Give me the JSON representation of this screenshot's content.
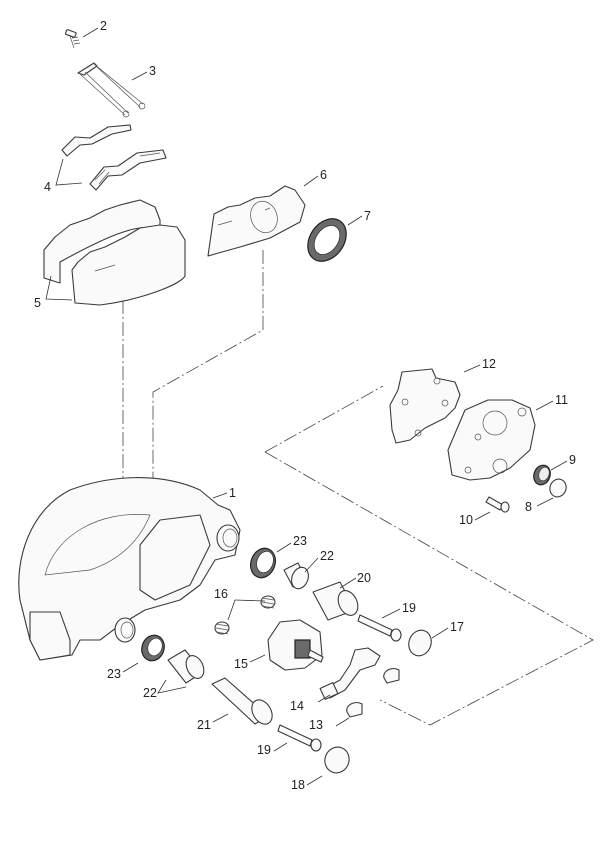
{
  "diagram": {
    "title": "Brake caliper exploded parts view",
    "labels": [
      {
        "id": "1",
        "text": "1"
      },
      {
        "id": "2",
        "text": "2"
      },
      {
        "id": "3",
        "text": "3"
      },
      {
        "id": "4",
        "text": "4"
      },
      {
        "id": "5",
        "text": "5"
      },
      {
        "id": "6",
        "text": "6"
      },
      {
        "id": "7",
        "text": "7"
      },
      {
        "id": "8",
        "text": "8"
      },
      {
        "id": "9",
        "text": "9"
      },
      {
        "id": "10",
        "text": "10"
      },
      {
        "id": "11",
        "text": "11"
      },
      {
        "id": "12",
        "text": "12"
      },
      {
        "id": "13",
        "text": "13"
      },
      {
        "id": "14",
        "text": "14"
      },
      {
        "id": "15",
        "text": "15"
      },
      {
        "id": "16",
        "text": "16"
      },
      {
        "id": "17",
        "text": "17"
      },
      {
        "id": "18",
        "text": "18"
      },
      {
        "id": "19a",
        "text": "19"
      },
      {
        "id": "19b",
        "text": "19"
      },
      {
        "id": "20",
        "text": "20"
      },
      {
        "id": "21",
        "text": "21"
      },
      {
        "id": "22a",
        "text": "22"
      },
      {
        "id": "22b",
        "text": "22"
      },
      {
        "id": "23a",
        "text": "23"
      },
      {
        "id": "23b",
        "text": "23"
      }
    ],
    "parts": [
      {
        "number": "1",
        "name": "caliper-housing"
      },
      {
        "number": "2",
        "name": "screw"
      },
      {
        "number": "3",
        "name": "pad-retainer-bar"
      },
      {
        "number": "4",
        "name": "pad-springs"
      },
      {
        "number": "5",
        "name": "brake-pads"
      },
      {
        "number": "6",
        "name": "pressure-plate"
      },
      {
        "number": "7",
        "name": "seal"
      },
      {
        "number": "8",
        "name": "cap"
      },
      {
        "number": "9",
        "name": "bushing-seal"
      },
      {
        "number": "10",
        "name": "bolt"
      },
      {
        "number": "11",
        "name": "cover-plate"
      },
      {
        "number": "12",
        "name": "gasket"
      },
      {
        "number": "13",
        "name": "cap-small"
      },
      {
        "number": "14",
        "name": "lever"
      },
      {
        "number": "15",
        "name": "adjuster-mechanism"
      },
      {
        "number": "16",
        "name": "springs"
      },
      {
        "number": "17",
        "name": "cap"
      },
      {
        "number": "18",
        "name": "cap"
      },
      {
        "number": "19",
        "name": "guide-bolt"
      },
      {
        "number": "20",
        "name": "guide-sleeve"
      },
      {
        "number": "21",
        "name": "guide-sleeve"
      },
      {
        "number": "22",
        "name": "bushing"
      },
      {
        "number": "23",
        "name": "seal-ring"
      }
    ]
  }
}
